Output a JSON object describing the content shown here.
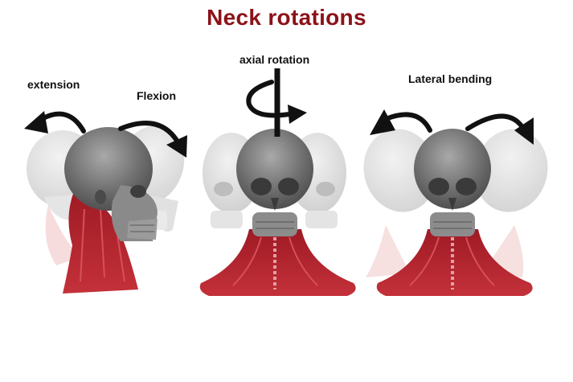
{
  "title": "Neck rotations",
  "labels": {
    "extension": "extension",
    "flexion": "Flexion",
    "axial_rotation": "axial rotation",
    "lateral_bending": "Lateral bending"
  },
  "colors": {
    "title": "#8b1219",
    "muscle": "#b8222c",
    "skull": "#6f6f6f",
    "ghost": "#d9d9d9",
    "arrow": "#111111"
  }
}
